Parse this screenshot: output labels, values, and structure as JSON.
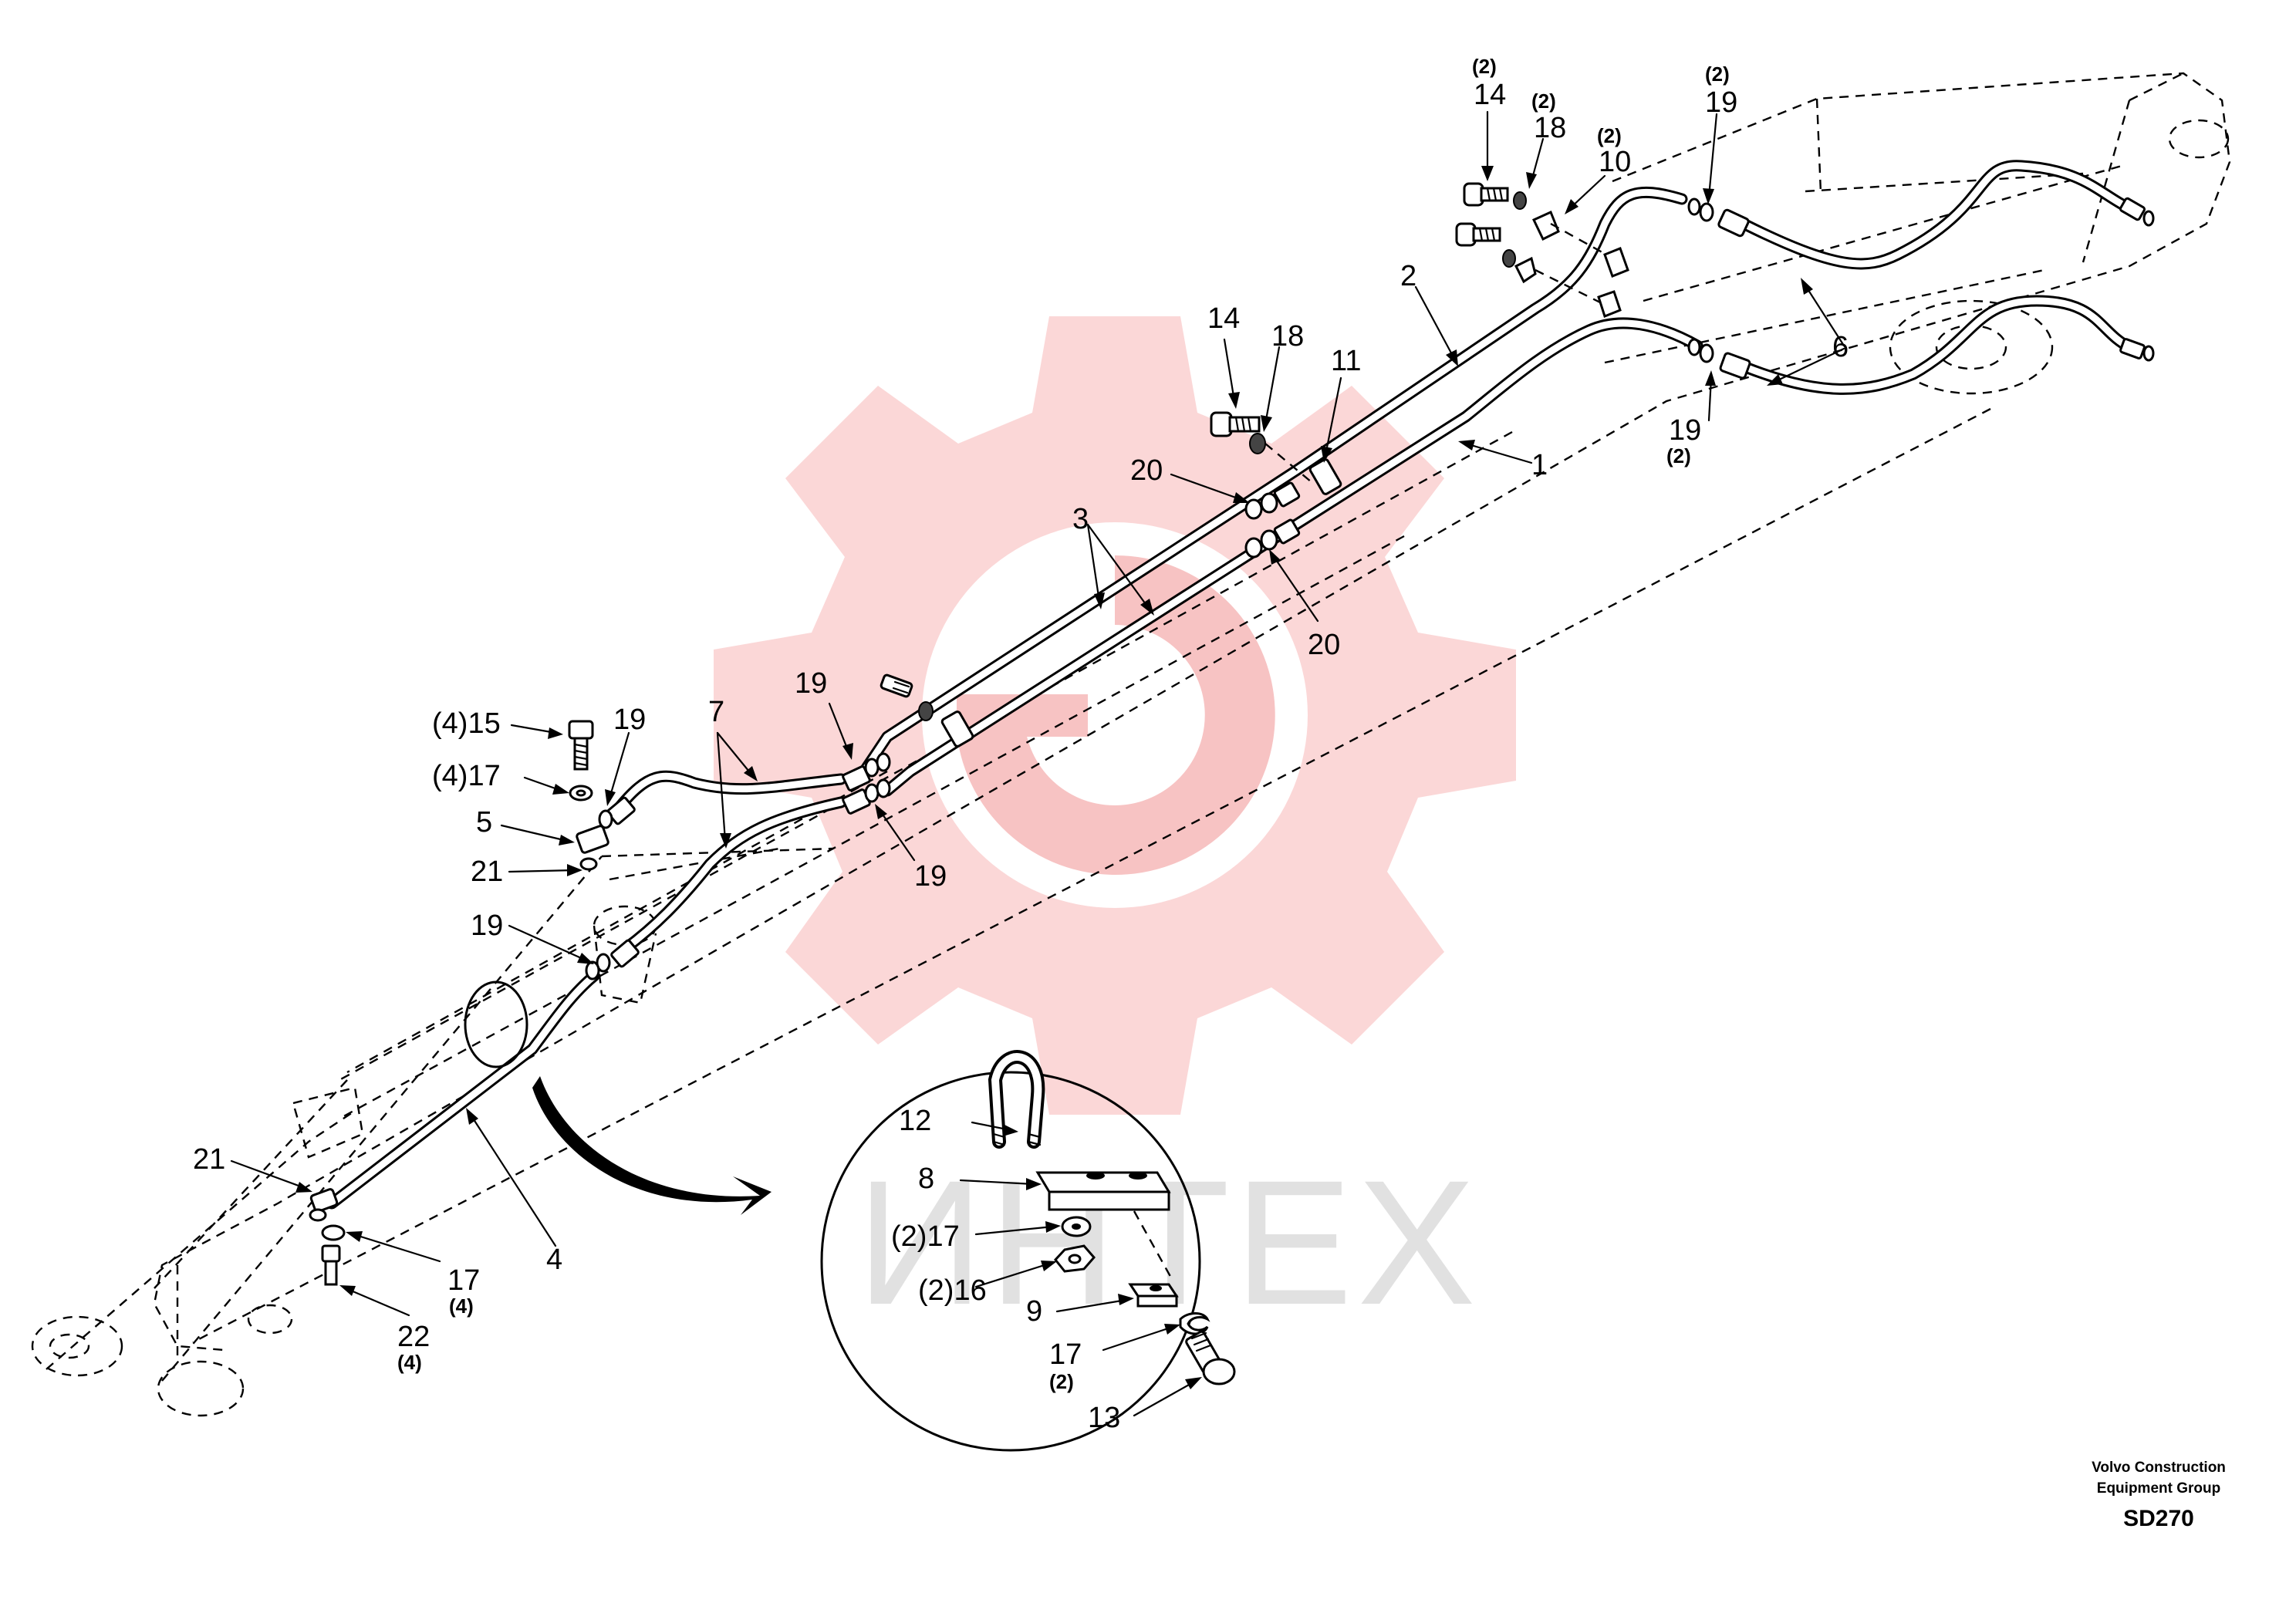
{
  "footer": {
    "company_line1": "Volvo Construction",
    "company_line2": "Equipment Group",
    "code": "SD270"
  },
  "watermark": {
    "text": "ИНТЕХ",
    "gear_color": "#f5b5b5"
  },
  "labels": {
    "l14_top_qty": "(2)",
    "l14_top": "14",
    "l18_top_qty": "(2)",
    "l18_top": "18",
    "l10_qty": "(2)",
    "l10": "10",
    "l19_tr_qty": "(2)",
    "l19_tr": "19",
    "l2": "2",
    "l14_mid": "14",
    "l18_mid": "18",
    "l11": "11",
    "l6": "6",
    "l19_r": "19",
    "l19_r_qty": "(2)",
    "l1": "1",
    "l20_top": "20",
    "l3": "3",
    "l20_bot": "20",
    "l19_mid_top": "19",
    "l19_mid_bot": "19",
    "l7": "7",
    "l15": "(4)15",
    "l17_left": "(4)17",
    "l19_left_top": "19",
    "l5": "5",
    "l21_top": "21",
    "l19_left_mid": "19",
    "l21_bot": "21",
    "l4": "4",
    "l17_bot": "17",
    "l17_bot_qty": "(4)",
    "l22": "22",
    "l22_qty": "(4)"
  },
  "detail_labels": {
    "l12": "12",
    "l8": "8",
    "l17a": "(2)17",
    "l16": "(2)16",
    "l9": "9",
    "l17b": "17",
    "l17b_qty": "(2)",
    "l13": "13"
  }
}
